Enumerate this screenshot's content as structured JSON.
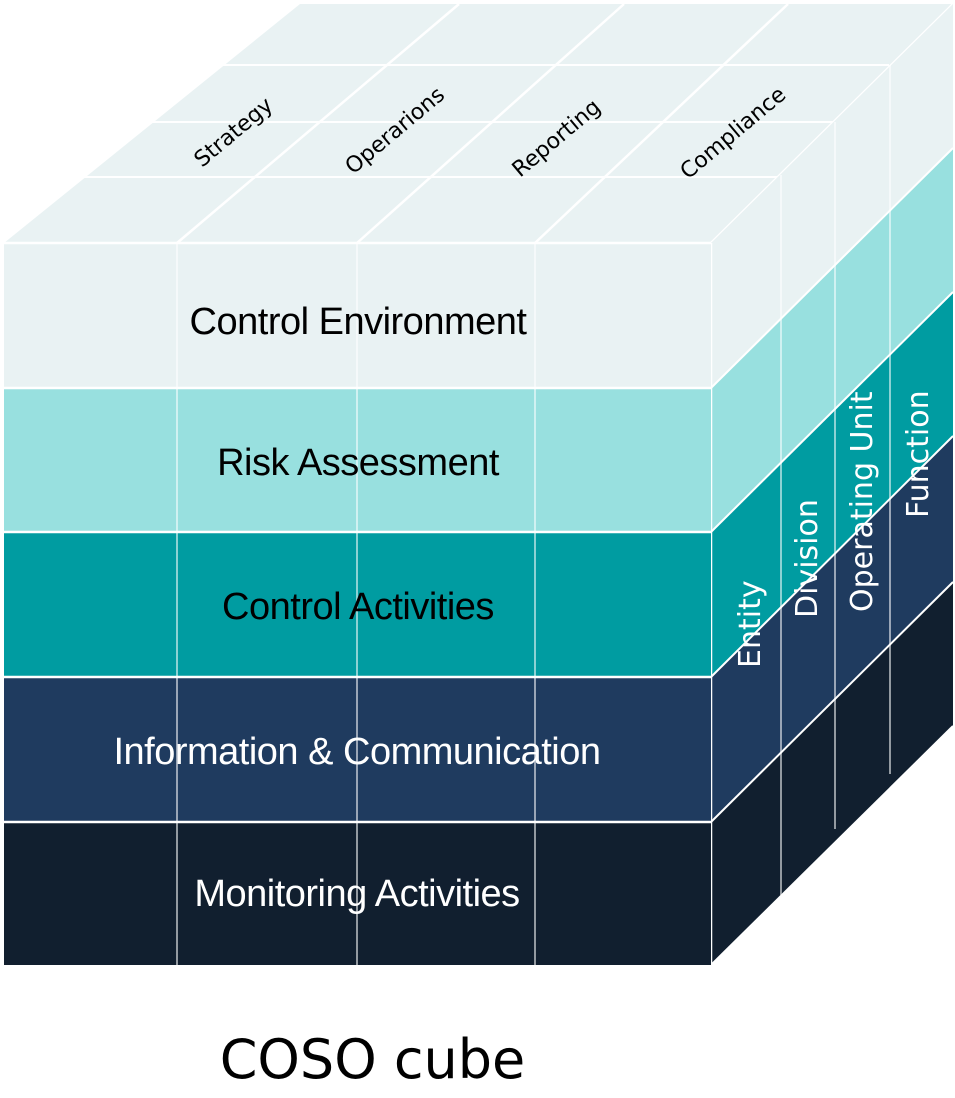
{
  "title": "COSO cube",
  "components": [
    {
      "label": "Control Environment",
      "fill": "#e9f2f3",
      "side_fill": "#e9f2f3",
      "text_color": "#000000"
    },
    {
      "label": "Risk Assessment",
      "fill": "#98e0df",
      "side_fill": "#98e0df",
      "text_color": "#000000"
    },
    {
      "label": "Control Activities",
      "fill": "#009ca1",
      "side_fill": "#009ca1",
      "text_color": "#000000"
    },
    {
      "label": "Information & Communication",
      "fill": "#1f3b5f",
      "side_fill": "#1f3b5f",
      "text_color": "#ffffff"
    },
    {
      "label": "Monitoring Activities",
      "fill": "#111f2f",
      "side_fill": "#111f2f",
      "text_color": "#ffffff"
    }
  ],
  "objectives": [
    {
      "label": "Strategy"
    },
    {
      "label": "Operarions"
    },
    {
      "label": "Reporting"
    },
    {
      "label": "Compliance"
    }
  ],
  "units": [
    {
      "label": "Entity"
    },
    {
      "label": "Division"
    },
    {
      "label": "Operating Unit"
    },
    {
      "label": "Function"
    }
  ],
  "colors": {
    "top_face": "#e9f2f3",
    "grid_line": "#ffffff",
    "background": "#ffffff"
  }
}
